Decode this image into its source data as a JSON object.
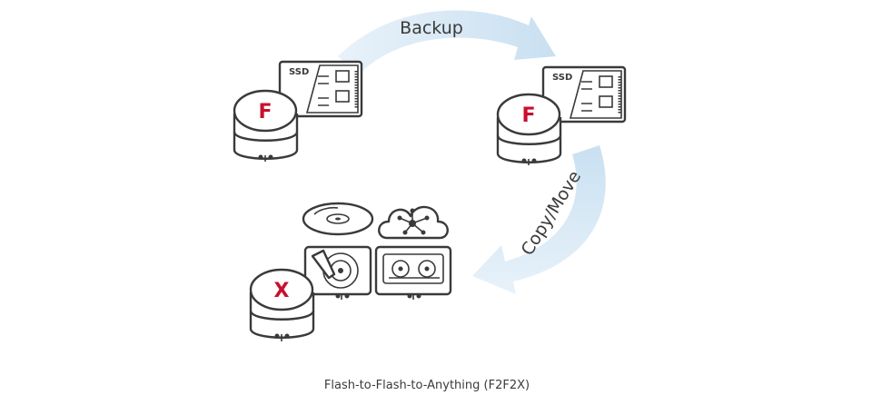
{
  "arrows": {
    "top_label": "Backup",
    "right_label": "Copy/Move"
  },
  "source_node": {
    "disk_letter": "F",
    "ssd_label": "SSD"
  },
  "target_node": {
    "disk_letter": "F",
    "ssd_label": "SSD"
  },
  "destination_node": {
    "disk_letter": "X"
  },
  "caption": "Flash-to-Flash-to-Anything (F2F2X)",
  "colors": {
    "accent_letter": "#c8102e",
    "line": "#3a3a3a",
    "arrow_fill": "#d3e6f3"
  }
}
